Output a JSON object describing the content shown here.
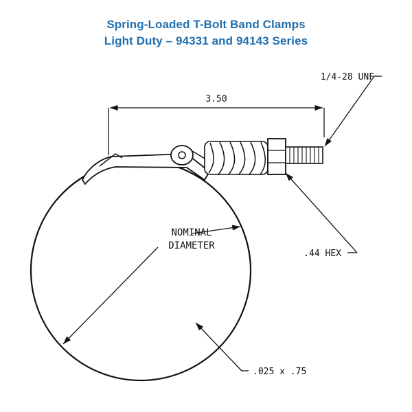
{
  "header": {
    "title_line1": "Spring-Loaded T-Bolt Band Clamps",
    "title_line2": "Light Duty – 94331 and 94143 Series"
  },
  "diagram": {
    "dim_width": "3.50",
    "thread_label": "1/4-28 UNF",
    "nominal_line1": "NOMINAL",
    "nominal_line2": "DIAMETER",
    "hex_label": ".44 HEX",
    "band_label": ".025 x .75"
  },
  "colors": {
    "title": "#1f6fb0",
    "line": "#111111"
  }
}
